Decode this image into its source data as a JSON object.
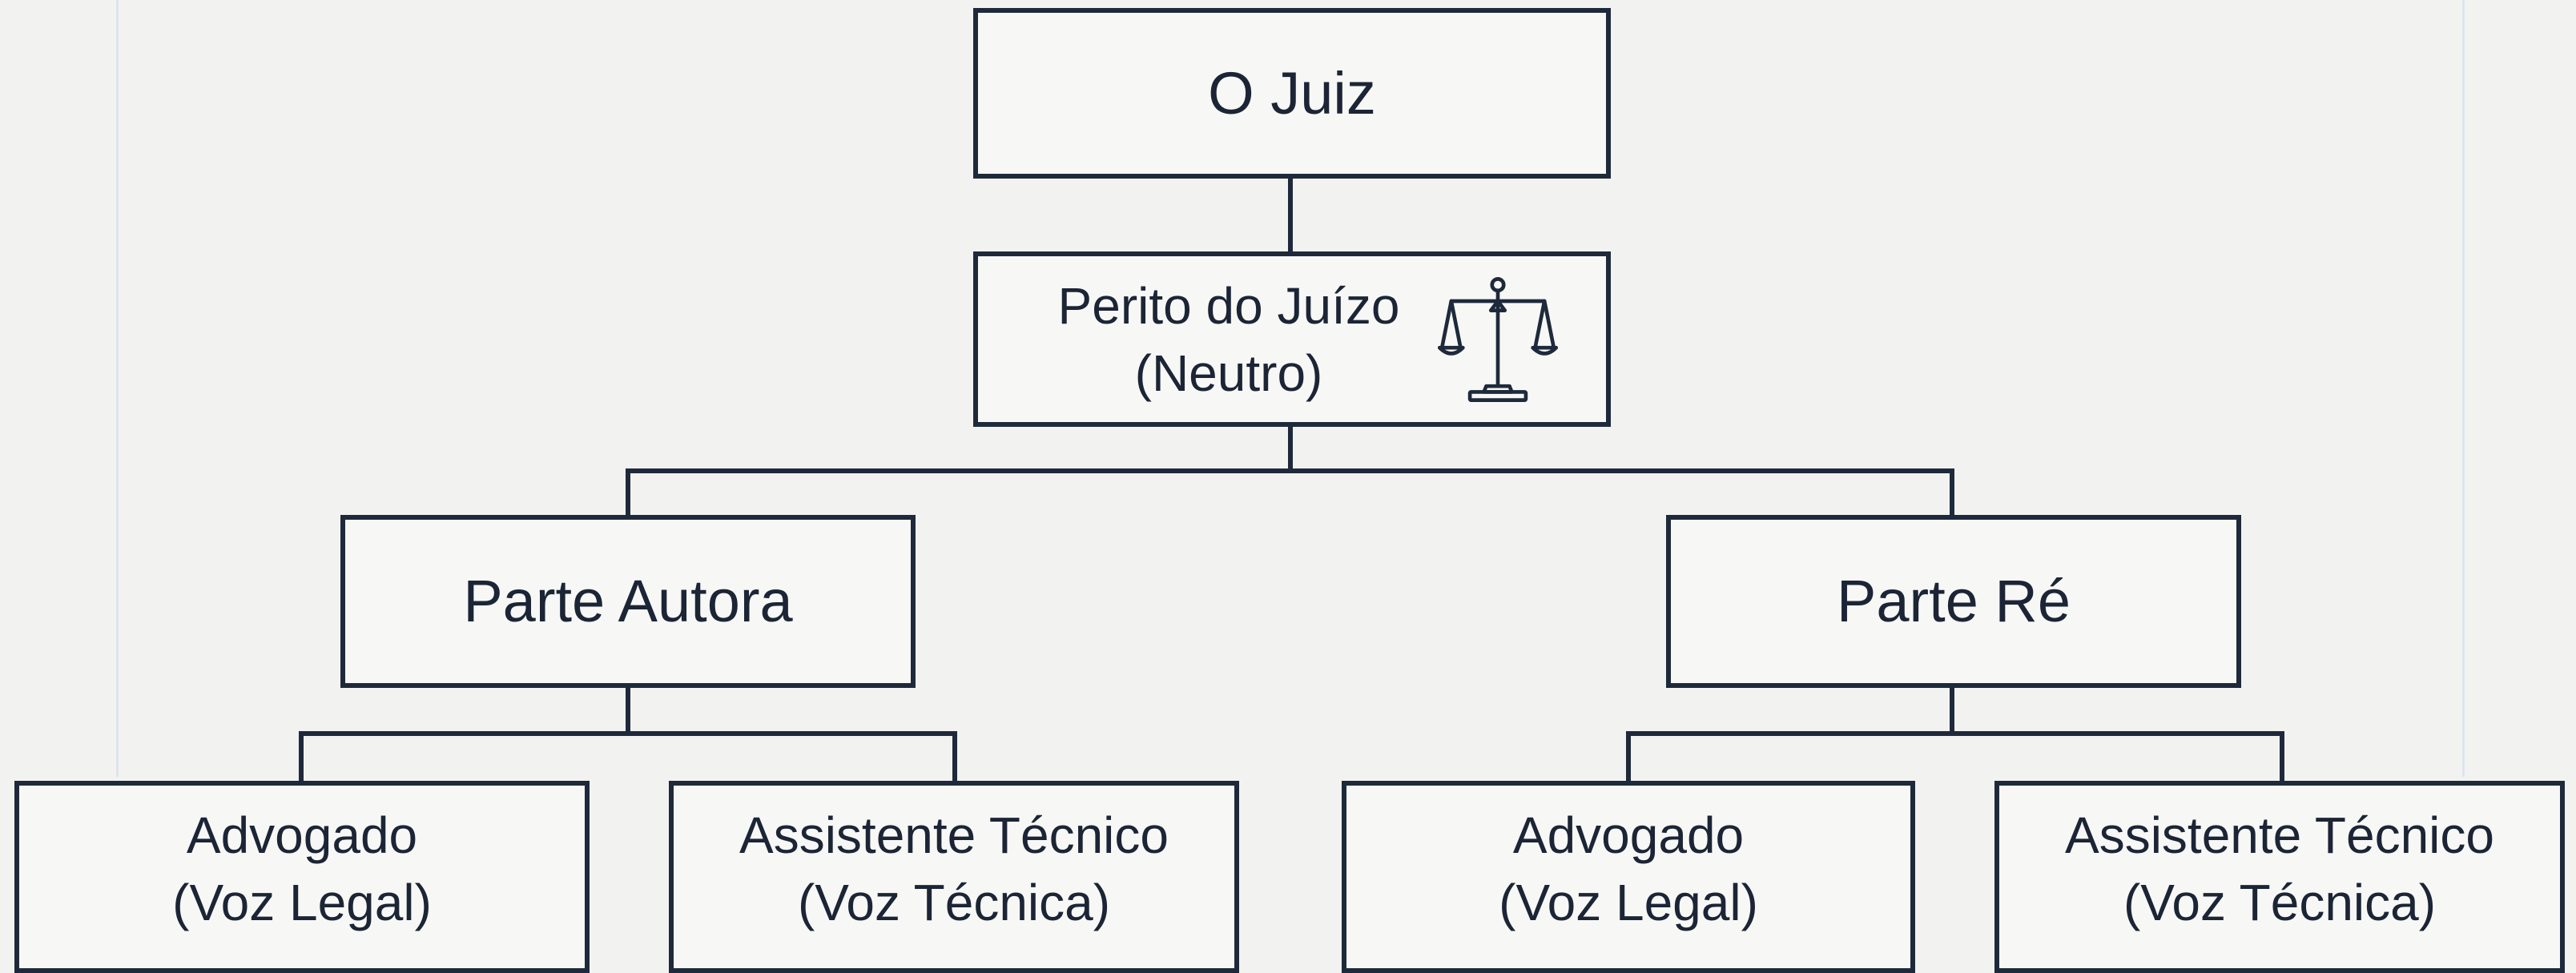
{
  "nodes": {
    "juiz": {
      "lines": [
        "O Juiz"
      ]
    },
    "perito": {
      "lines": [
        "Perito do Juízo",
        "(Neutro)"
      ],
      "icon": "scales-of-justice-icon"
    },
    "autora": {
      "lines": [
        "Parte Autora"
      ]
    },
    "re": {
      "lines": [
        "Parte Ré"
      ]
    },
    "autora_advogado": {
      "lines": [
        "Advogado",
        "(Voz Legal)"
      ]
    },
    "autora_assistente": {
      "lines": [
        "Assistente Técnico",
        "(Voz Técnica)"
      ]
    },
    "re_advogado": {
      "lines": [
        "Advogado",
        "(Voz Legal)"
      ]
    },
    "re_assistente": {
      "lines": [
        "Assistente Técnico",
        "(Voz Técnica)"
      ]
    }
  },
  "colors": {
    "background": "#f2f2f0",
    "stroke": "#1e2a3b",
    "text": "#1b2536"
  }
}
